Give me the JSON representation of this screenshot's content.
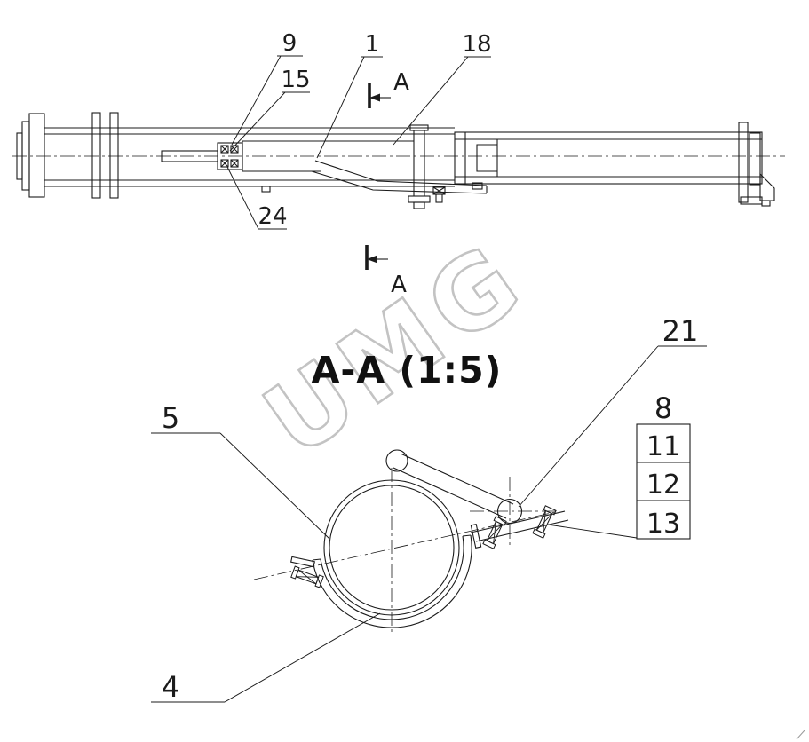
{
  "drawing": {
    "watermark_text": "UMG",
    "line_color": "#1b1b1b",
    "watermark_color": "#c3c3c3",
    "background": "#ffffff"
  },
  "section_view": {
    "title": "A-A (1:5)"
  },
  "section_cut": {
    "top_letter": "A",
    "bottom_letter": "A"
  },
  "callouts": {
    "top_view": {
      "item_9": "9",
      "item_15": "15",
      "item_1": "1",
      "item_18": "18",
      "item_24": "24"
    },
    "section": {
      "item_5": "5",
      "item_21": "21",
      "item_8": "8",
      "item_4": "4"
    },
    "stack_table": {
      "row_1": "11",
      "row_2": "12",
      "row_3": "13"
    }
  }
}
